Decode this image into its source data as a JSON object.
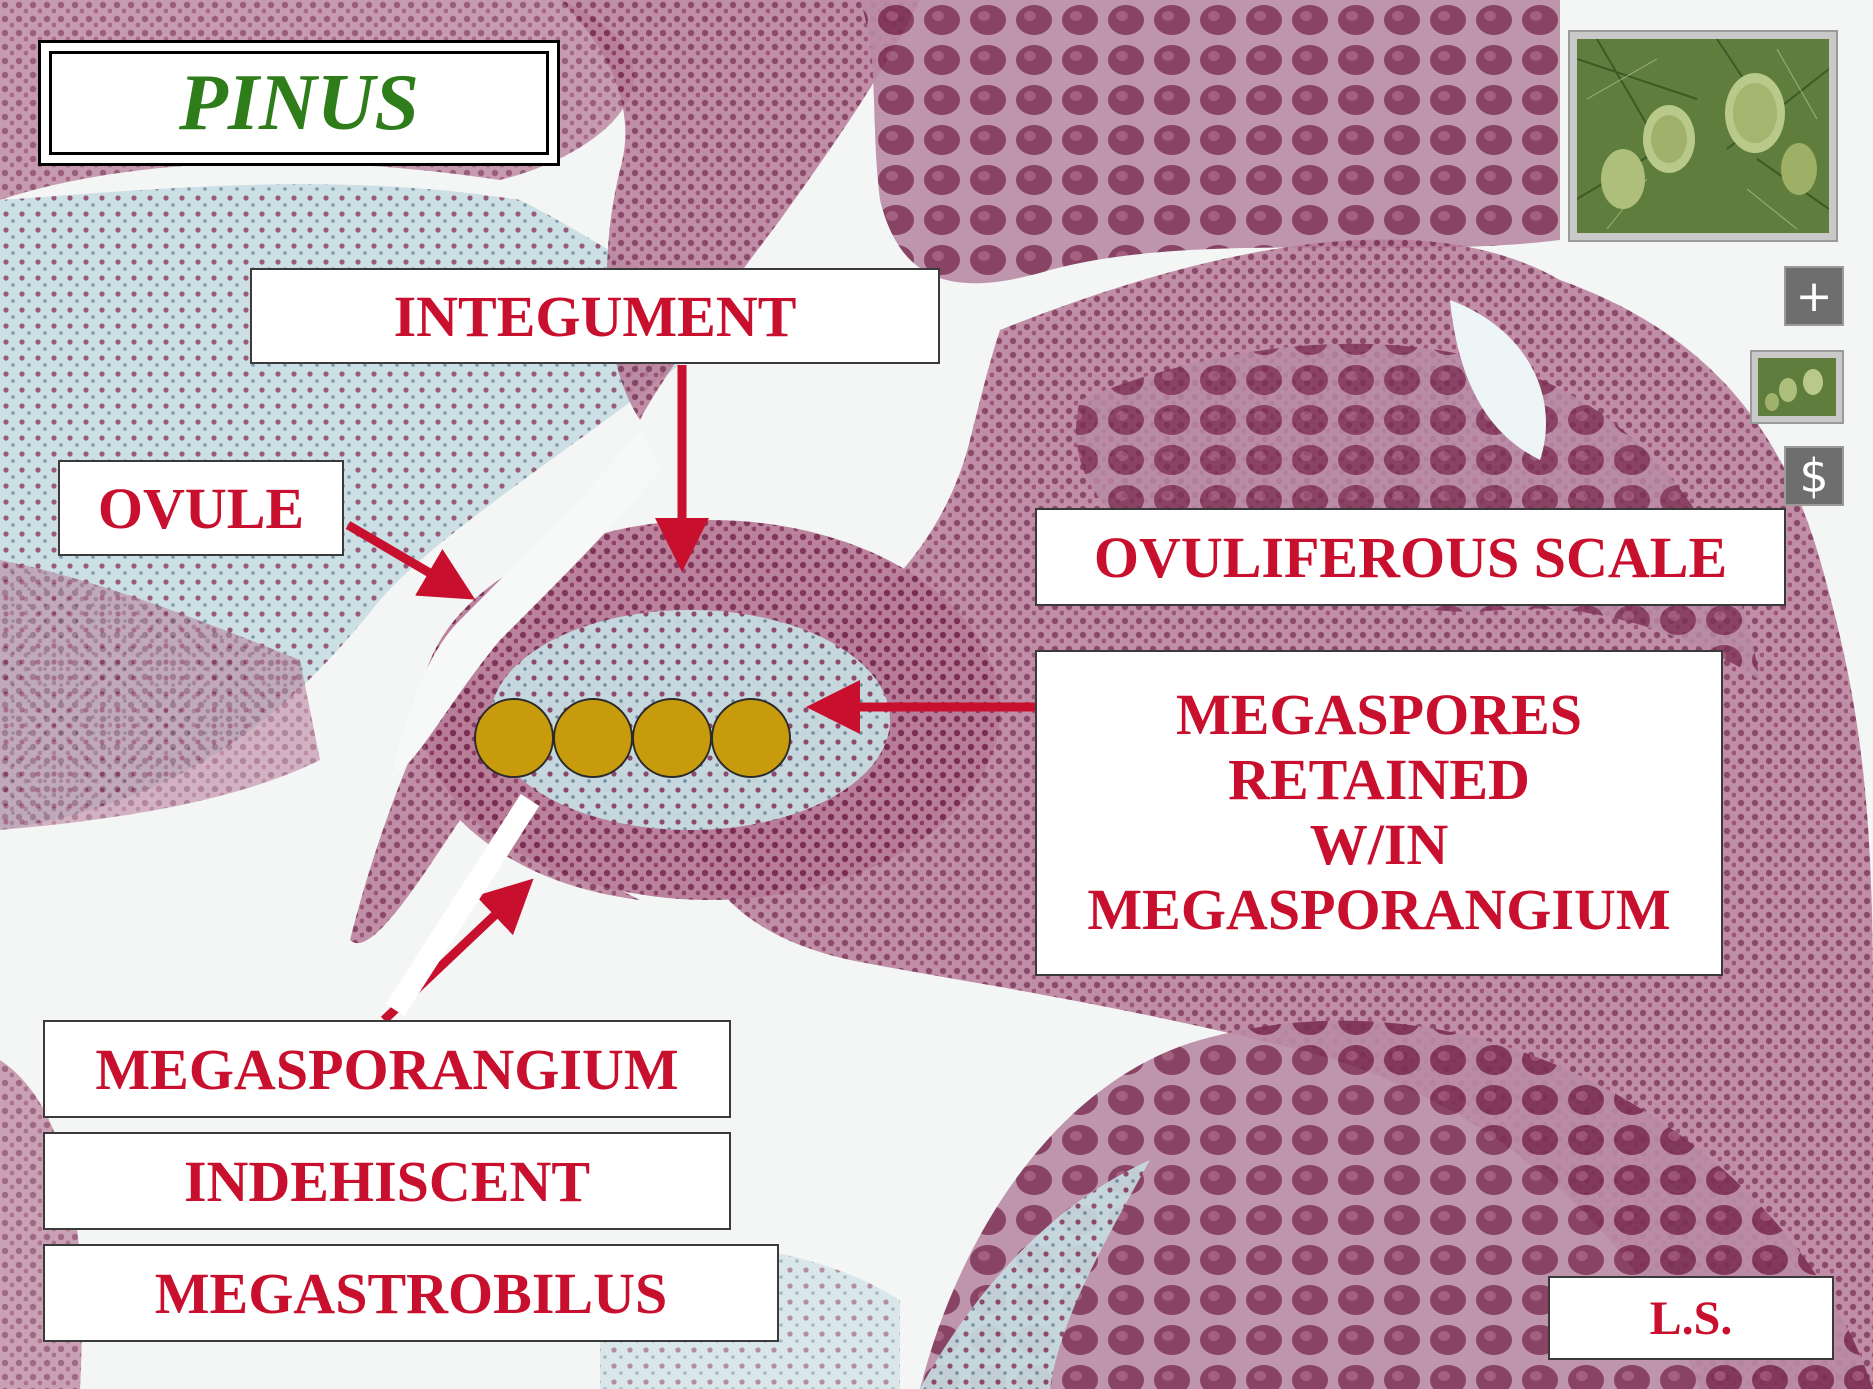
{
  "title": "PINUS",
  "labels": {
    "integument": "INTEGUMENT",
    "ovule": "OVULE",
    "ovuliferous_scale": "OVULIFEROUS SCALE",
    "megaspores_line1": "MEGASPORES",
    "megaspores_line2": "RETAINED",
    "megaspores_line3": "W/IN",
    "megaspores_line4": "MEGASPORANGIUM",
    "megasporangium": "MEGASPORANGIUM",
    "indehiscent": "INDEHISCENT",
    "megastrobilus": "MEGASTROBILUS",
    "section": "L.S."
  },
  "controls": {
    "zoom_icon_glyph": "+",
    "price_icon_glyph": "$"
  },
  "colors": {
    "label_text": "#c8102e",
    "title_text": "#2e7d1a",
    "arrow": "#c8102e",
    "megaspore": "#c89b0c",
    "tissue_purple": "#8a3e62",
    "tissue_blue": "#a9cbd6"
  },
  "icons": [
    "zoom-in-icon",
    "thumbnail-icon",
    "dollar-icon"
  ]
}
